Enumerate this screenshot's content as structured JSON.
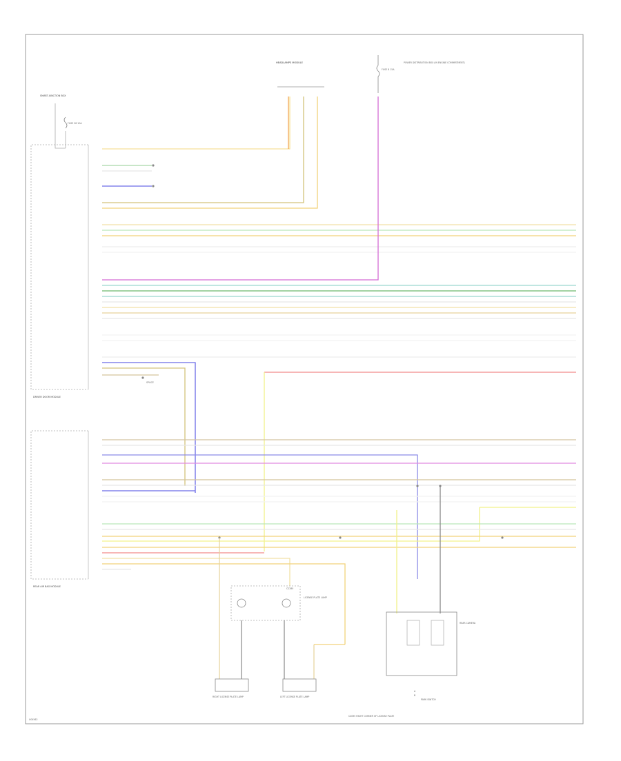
{
  "diagram": {
    "figure_id": "U04562",
    "title_top": "HEADLAMPS MODULE",
    "fuse_top": "FUSE 8 15A",
    "fuse_top_desc": "POWER DISTRIBUTION BOX (IN ENGINE COMPARTMENT)",
    "fuse_left": "FUSE 28 10A",
    "fuse_left_desc": "SMART JUNCTION BOX",
    "module_left_1": "DRIVER DOOR MODULE",
    "module_left_2": "REAR AIR BAG MODULE",
    "splice_1": "SPLICE",
    "bottom_connector": "C2280",
    "bottom_device_1": "RIGHT LICENSE PLATE LAMP",
    "bottom_device_2": "LEFT LICENSE PLATE LAMP",
    "bottom_device_3": "LICENSE PLATE LAMP",
    "bottom_device_4": "REAR CAMERA",
    "bottom_caption": "C4095 RIGHT CORNER OF LICENSE PLATE",
    "bottom_switch": "PARK SWITCH",
    "note_a": "A",
    "note_b": "B"
  }
}
